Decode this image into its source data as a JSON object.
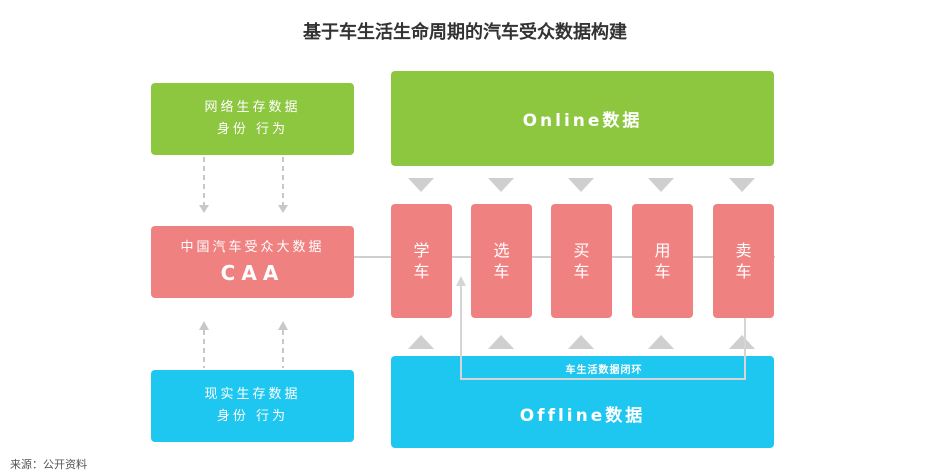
{
  "title": "基于车生活生命周期的汽车受众数据构建",
  "left": {
    "online_box": {
      "line1": "网络生存数据",
      "line2": "身份 行为"
    },
    "caa_box": {
      "line1": "中国汽车受众大数据",
      "line2": "CAA"
    },
    "offline_box": {
      "line1": "现实生存数据",
      "line2": "身份 行为"
    }
  },
  "right": {
    "online_label": "Online数据",
    "offline_label": "Offline数据",
    "loop_label": "车生活数据闭环",
    "stages": [
      {
        "char1": "学",
        "char2": "车"
      },
      {
        "char1": "选",
        "char2": "车"
      },
      {
        "char1": "买",
        "char2": "车"
      },
      {
        "char1": "用",
        "char2": "车"
      },
      {
        "char1": "卖",
        "char2": "车"
      }
    ]
  },
  "source": "来源：公开资料",
  "colors": {
    "green": "#8dc63f",
    "pink": "#f08181",
    "cyan": "#1ec7f0",
    "connector": "#cfcfcf"
  }
}
